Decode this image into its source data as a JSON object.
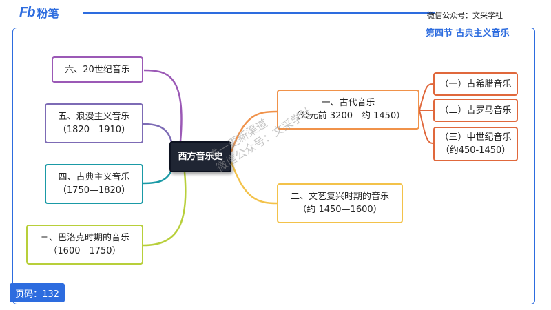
{
  "header": {
    "logo_fb": "Fb",
    "logo_text": "粉笔",
    "wechat": "微信公众号：文采学社",
    "section_title": "第四节 古典主义音乐"
  },
  "colors": {
    "brand_blue": "#2d6cdf",
    "purple": "#9b59b6",
    "violet": "#7d6bb5",
    "teal": "#1a9aa6",
    "yellow_green": "#b8cf3a",
    "orange": "#f0924a",
    "gold": "#f3c24a",
    "red_orange": "#e0683c",
    "center_fill": "#1f2533"
  },
  "mindmap": {
    "center": "西方音乐史",
    "left": [
      {
        "lines": [
          "六、20世纪音乐"
        ]
      },
      {
        "lines": [
          "五、浪漫主义音乐",
          "（1820—1910）"
        ]
      },
      {
        "lines": [
          "四、古典主义音乐",
          "（1750—1820）"
        ]
      },
      {
        "lines": [
          "三、巴洛克时期的音乐",
          "（1600—1750）"
        ]
      }
    ],
    "right": [
      {
        "lines": [
          "一、古代音乐",
          "（公元前 3200—约 1450）"
        ]
      },
      {
        "lines": [
          "二、文艺复兴时期的音乐",
          "（约 1450—1600）"
        ]
      }
    ],
    "sub": [
      {
        "lines": [
          "（一）古希腊音乐"
        ]
      },
      {
        "lines": [
          "（二）古罗马音乐"
        ]
      },
      {
        "lines": [
          "（三）中世纪音乐",
          "（约450-1450）"
        ]
      }
    ]
  },
  "watermark": {
    "line1": "唯一更新渠道",
    "line2": "微信公众号：文采学社"
  },
  "footer": {
    "page_label": "页码：132"
  }
}
